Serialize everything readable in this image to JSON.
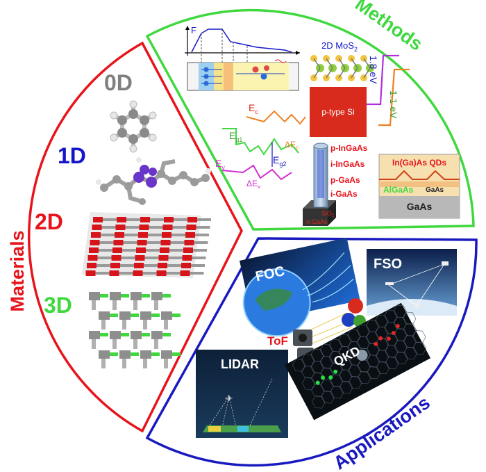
{
  "sections": {
    "materials": {
      "title": "Materials",
      "color": "#e8141b",
      "items": [
        {
          "label": "0D",
          "color": "#7f7f7f"
        },
        {
          "label": "1D",
          "color": "#1616c8"
        },
        {
          "label": "2D",
          "color": "#e8141b"
        },
        {
          "label": "3D",
          "color": "#3fd83f"
        }
      ]
    },
    "methods": {
      "title": "Methods",
      "color": "#3fd83f",
      "mos2_label": "2D MoS",
      "mos2_sub": "2",
      "si_label": "p-type Si",
      "gap_18": "1.8 eV",
      "gap_11": "1.1 eV",
      "band_ec": "E",
      "band_ec_sub": "c",
      "band_eg1": "E",
      "band_eg1_sub": "g1",
      "band_ev": "E",
      "band_ev_sub": "v",
      "band_eg2": "E",
      "band_eg2_sub": "g2",
      "band_dec": "ΔE",
      "band_dec_sub": "c",
      "band_dev": "ΔE",
      "band_dev_sub": "v",
      "force_label": "F",
      "nanowire_layers": [
        "p-InGaAs",
        "i-InGaAs",
        "p-GaAs",
        "i-GaAs"
      ],
      "nanowire_base_1": "SiO",
      "nanowire_base_1_sub": "2",
      "nanowire_base_2": "n-GaAs",
      "qd_title": "In(Ga)As QDs",
      "qd_layer": "AlGaAs",
      "qd_gaas_small": "GaAs",
      "qd_substrate": "GaAs"
    },
    "applications": {
      "title": "Applications",
      "color": "#1919c0",
      "items": [
        "FOC",
        "FSO",
        "ToF",
        "LIDAR",
        "QKD"
      ],
      "tof_color": "#e8141b"
    }
  }
}
